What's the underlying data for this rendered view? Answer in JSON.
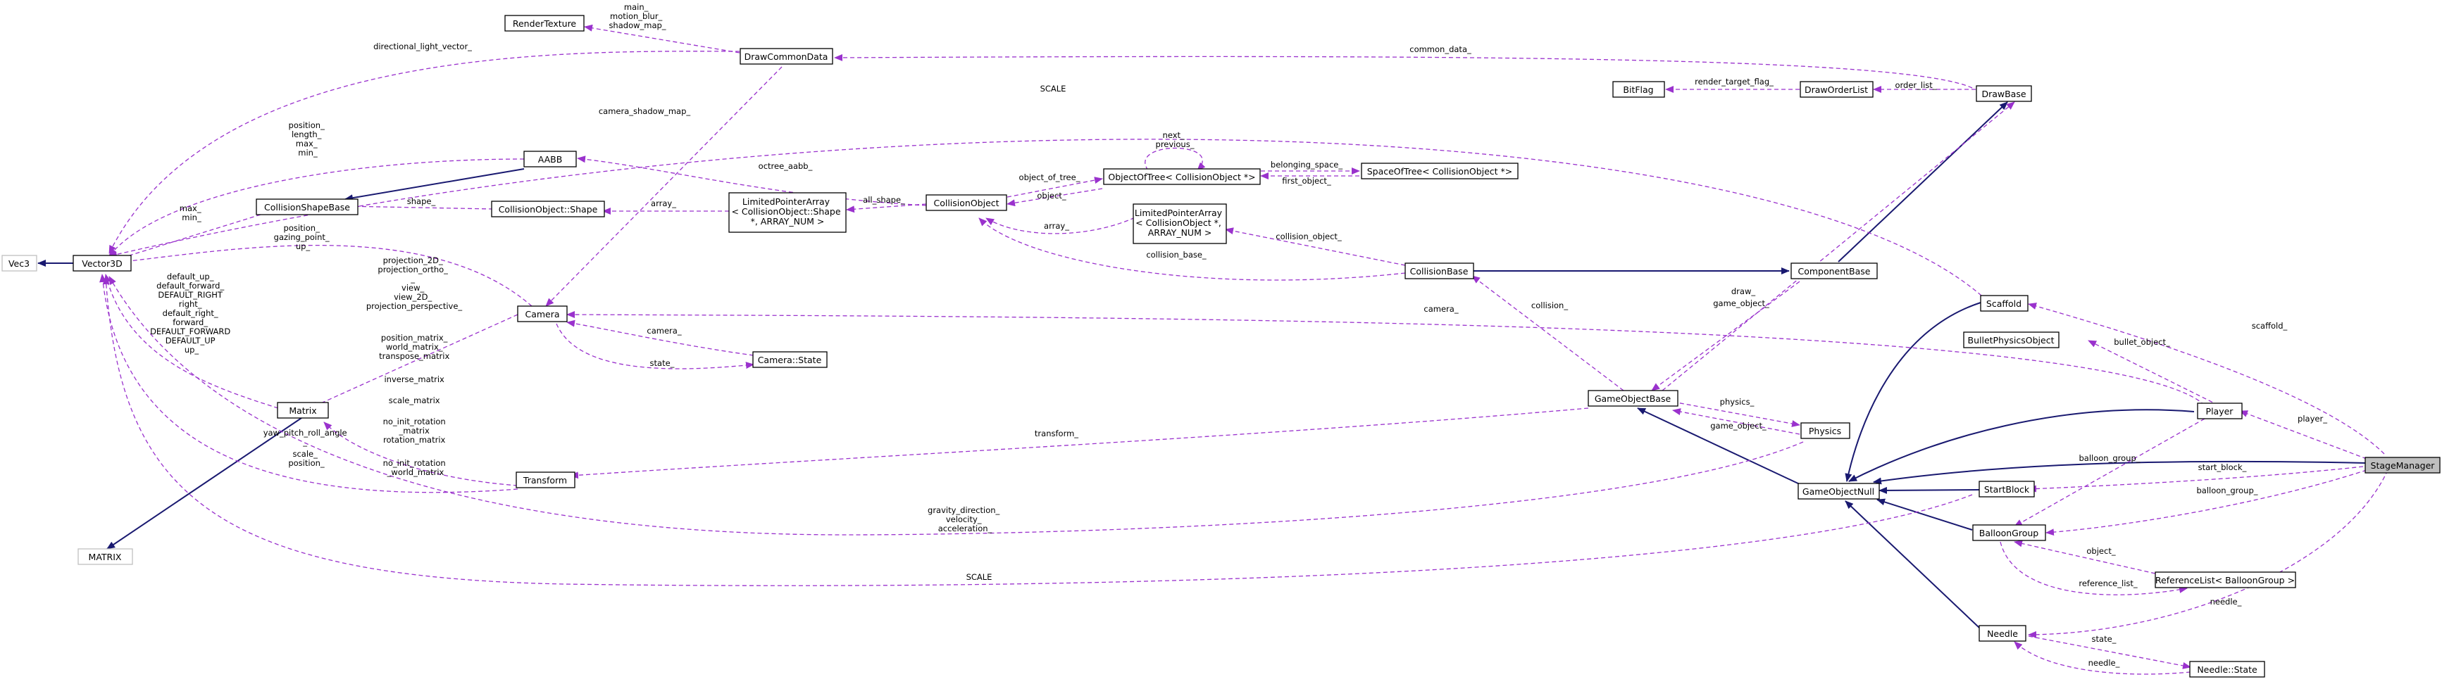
{
  "nodes": {
    "vec3": "Vec3",
    "vector3d": "Vector3D",
    "matrix_cap": "MATRIX",
    "render_texture": "RenderTexture",
    "draw_common_data": "DrawCommonData",
    "aabb": "AABB",
    "collision_shape_base": "CollisionShapeBase",
    "collision_object_shape": "CollisionObject::Shape",
    "limited_pointer_array_shape": [
      "LimitedPointerArray",
      "< CollisionObject::Shape",
      " *, ARRAY_NUM >"
    ],
    "collision_object": "CollisionObject",
    "object_of_tree": "ObjectOfTree< CollisionObject *>",
    "space_of_tree": "SpaceOfTree< CollisionObject *>",
    "limited_pointer_array_obj": [
      "LimitedPointerArray",
      "< CollisionObject *,",
      " ARRAY_NUM >"
    ],
    "bit_flag": "BitFlag",
    "draw_order_list": "DrawOrderList",
    "draw_base": "DrawBase",
    "collision_base": "CollisionBase",
    "component_base": "ComponentBase",
    "camera": "Camera",
    "camera_state": "Camera::State",
    "matrix": "Matrix",
    "transform": "Transform",
    "game_object_base": "GameObjectBase",
    "physics": "Physics",
    "game_object_null": "GameObjectNull",
    "scaffold": "Scaffold",
    "bullet_physics_object": "BulletPhysicsObject",
    "player": "Player",
    "stage_manager": "StageManager",
    "start_block": "StartBlock",
    "balloon_group": "BalloonGroup",
    "reference_list": "ReferenceList< BalloonGroup >",
    "needle": "Needle",
    "needle_state": "Needle::State"
  },
  "edge_labels": {
    "rt_dcd": [
      "main_",
      "motion_blur_",
      "shadow_map_"
    ],
    "directional_light": "directional_light_vector_",
    "common_data": "common_data_",
    "scale_top": "SCALE",
    "render_target_flag": "render_target_flag_",
    "order_list": "order_list_",
    "aabb_vector": [
      "position_",
      "length_",
      "max_",
      "min_"
    ],
    "camera_shadow_map": "camera_shadow_map_",
    "next_previous": [
      "next_",
      "previous_"
    ],
    "octree_aabb": "octree_aabb_",
    "object_of_tree": "object_of_tree_",
    "belonging_space": "belonging_space_",
    "first_object": "first_object_",
    "object": "object_",
    "max_min": [
      "max_",
      "min_"
    ],
    "shape": "shape_",
    "array_shape": "array_",
    "all_shape": "all_shape_",
    "array_obj": "array_",
    "collision_object": "collision_object_",
    "collision_base": "collision_base_",
    "camera_vector": [
      "position_",
      "gazing_point_",
      "up_"
    ],
    "camera_matrix": [
      "projection_2D_",
      "projection_ortho_",
      "_",
      "view_",
      "view_2D_",
      "projection_perspective_"
    ],
    "matrix_vector": [
      "default_up_",
      "default_forward_",
      "DEFAULT_RIGHT",
      "right_",
      "default_right_",
      "forward_",
      "DEFAULT_FORWARD",
      "DEFAULT_UP",
      "up_"
    ],
    "camera_state_cam": "camera_",
    "state": "state_",
    "transform_matrix": [
      "position_matrix_",
      "world_matrix_",
      "transpose_matrix",
      "",
      "inverse_matrix",
      "",
      "scale_matrix",
      "",
      "no_init_rotation",
      "_matrix",
      "rotation_matrix",
      "",
      "no_init_rotation",
      "_world_matrix"
    ],
    "transform_vector": [
      "yaw_pitch_roll_angle",
      "_",
      "scale_",
      "position_"
    ],
    "collision": "collision_",
    "game_object_draw": "draw_",
    "game_object_comp": "game_object_",
    "camera_player": "camera_",
    "physics": "physics_",
    "physics_game_object": "game_object_",
    "transform": "transform_",
    "physics_vector": [
      "gravity_direction_",
      "velocity_",
      "acceleration_"
    ],
    "scale_bottom": "SCALE",
    "scaffold": "scaffold_",
    "bullet_object": "bullet_object_",
    "player": "player_",
    "balloon_group_inh": "balloon_group_",
    "start_block": "start_block_",
    "balloon_group": "balloon_group_",
    "object_ref": "object_",
    "reference_list": "reference_list_",
    "needle": "needle_",
    "needle_state": "state_",
    "needle_back": "needle_"
  }
}
